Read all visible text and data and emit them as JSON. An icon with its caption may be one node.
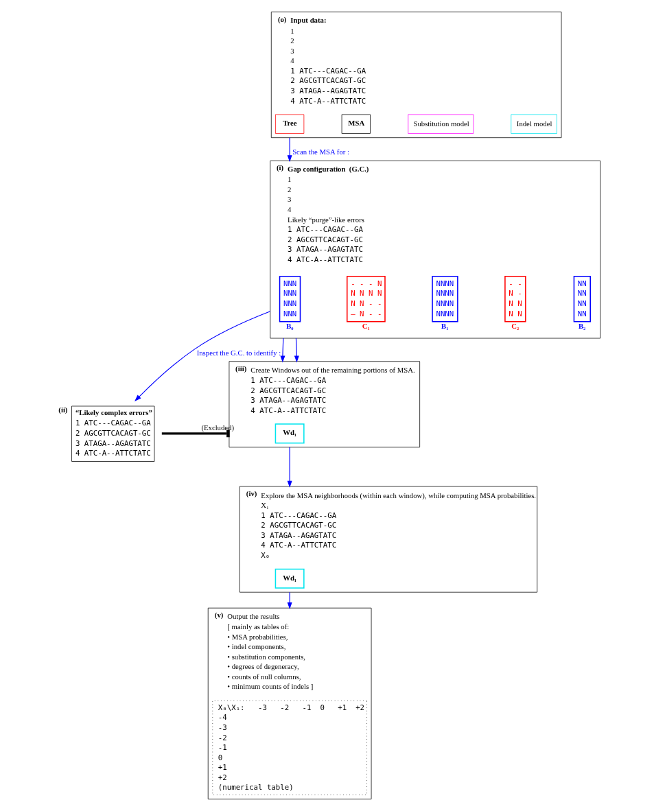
{
  "diagram": {
    "nodes": [
      {
        "text": [
          "Input data:",
          "1",
          "2",
          "3",
          "4",
          "1 ATC---CAGAC--GA",
          "2 AGCGTTCACAGT-GC",
          "3 ATAGA--AGAGTATC",
          "4 ATC-A--ATTCTATC"
        ],
        "beside": [
          "(o)"
        ]
      },
      {
        "text": [
          "Tree"
        ],
        "in": 0
      },
      {
        "text": [
          "MSA"
        ],
        "in": 0
      },
      {
        "text": [
          "Substitution model"
        ],
        "in": 0
      },
      {
        "text": [
          "Indel model"
        ],
        "in": 0
      },
      {
        "text": [
          "Gap configuration  (G.C.)",
          "1",
          "2",
          "3",
          "4",
          "Likely “purge”-like errors",
          "1 ATC---CAGAC--GA",
          "2 AGCGTTCACAGT-GC",
          "3 ATAGA--AGAGTATC",
          "4 ATC-A--ATTCTATC"
        ],
        "beside": [
          "(i)"
        ]
      },
      {
        "text": [
          "NNN",
          "NNN",
          "NNN",
          "NNN"
        ],
        "in": 5,
        "beside": [
          "B₀"
        ]
      },
      {
        "text": [
          "- - - N",
          "N N N N",
          "N N - -",
          "— N - -"
        ],
        "in": 5,
        "beside": [
          "C₁"
        ]
      },
      {
        "text": [
          "NNNN",
          "NNNN",
          "NNNN",
          "NNNN"
        ],
        "in": 5,
        "beside": [
          "B₁"
        ]
      },
      {
        "text": [
          "- -",
          "N -",
          "N N",
          "N N"
        ],
        "in": 5,
        "beside": [
          "C₂"
        ]
      },
      {
        "text": [
          "NN",
          "NN",
          "NN",
          "NN"
        ],
        "in": 5,
        "beside": [
          "B₂"
        ]
      },
      {
        "text": [
          "“Likely complex errors”",
          "1 ATC---CAGAC--GA",
          "2 AGCGTTCACAGT-GC",
          "3 ATAGA--AGAGTATC",
          "4 ATC-A--ATTCTATC"
        ],
        "beside": [
          "(ii)"
        ]
      },
      {
        "text": [
          "Create Windows out of the remaining portions of MSA.",
          "1 ATC---CAGAC--GA",
          "2 AGCGTTCACAGT-GC",
          "3 ATAGA--AGAGTATC",
          "4 ATC-A--ATTCTATC"
        ],
        "beside": [
          "(iii)"
        ]
      },
      {
        "text": [
          "Wd₁"
        ],
        "in": 12
      },
      {
        "text": [
          "Explore the MSA neighborhoods (within each window), while computing MSA probabilities.",
          "X₁",
          "1 ATC---CAGAC--GA",
          "2 AGCGTTCACAGT-GC",
          "3 ATAGA--AGAGTATC",
          "4 ATC-A--ATTCTATC",
          "X₀"
        ],
        "beside": [
          "(iv)"
        ]
      },
      {
        "text": [
          "Wd₁"
        ],
        "in": 14
      },
      {
        "text": [
          "Output the results",
          "[ mainly as tables of:",
          "• MSA probabilities,",
          "• indel components,",
          "• substitution components,",
          "• degrees of degeneracy,",
          "• counts of null columns,",
          "• minimum counts of indels ]"
        ],
        "beside": [
          "(v)"
        ]
      },
      {
        "text": [
          "X₀\\X₁:   -3   -2   -1  0   +1  +2",
          "-4",
          "-3",
          "-2",
          "-1",
          "0",
          "+1",
          "+2",
          "(numerical table)"
        ],
        "in": 16
      }
    ],
    "edges": [
      {
        "from": 0,
        "to": 5,
        "arrow": "to",
        "label": "Scan the MSA for :"
      },
      {
        "from": 5,
        "to": 11,
        "arrow": "to",
        "label": "Inspect the G.C. to identify :"
      },
      {
        "from": 5,
        "to": 12,
        "arrow": "to"
      },
      {
        "from": 5,
        "to": 12,
        "arrow": "to"
      },
      {
        "from": 11,
        "to": 12,
        "arrow": "other",
        "label": "(Excluded)",
        "style": "thick",
        "color": "#000000"
      },
      {
        "from": 12,
        "to": 14,
        "arrow": "to"
      },
      {
        "from": 14,
        "to": 16,
        "arrow": "to"
      }
    ]
  }
}
